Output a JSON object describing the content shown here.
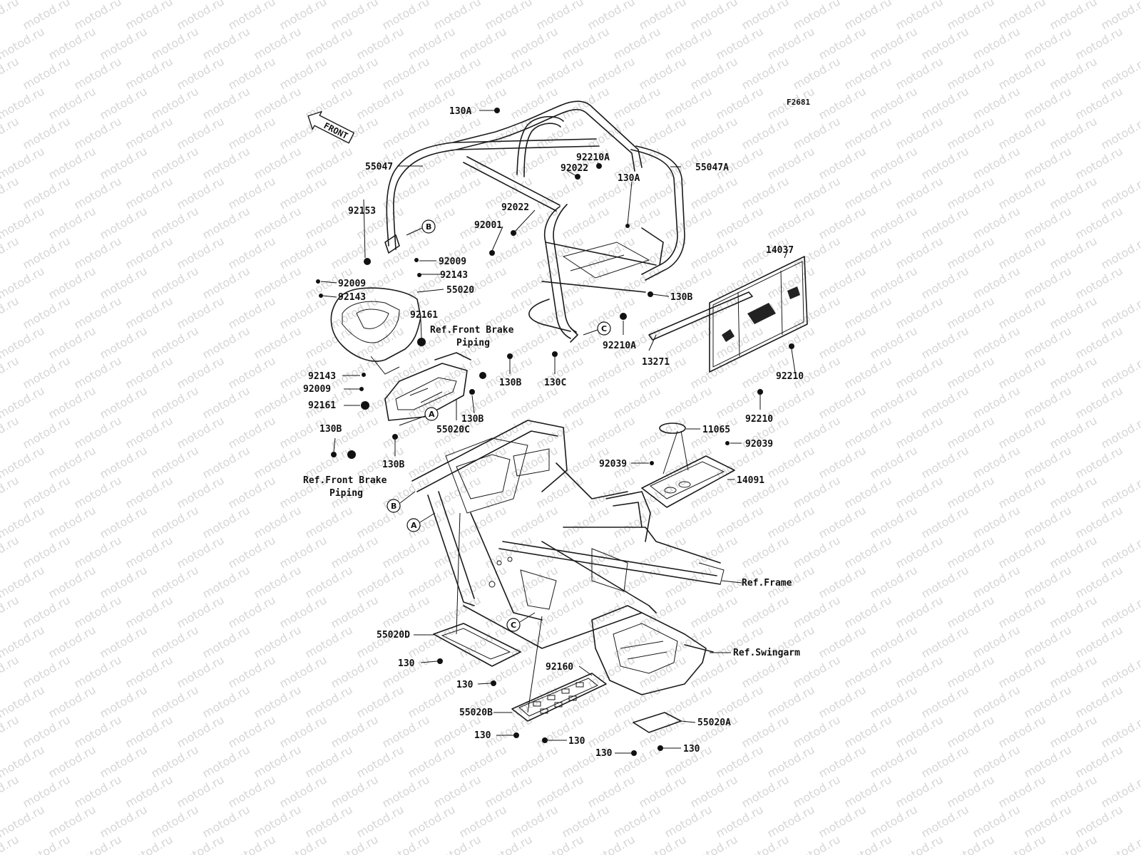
{
  "figure_code": "F2681",
  "watermark": "motod.ru",
  "front_label": "FRONT",
  "part_labels": [
    {
      "id": "130A_top",
      "text": "130A"
    },
    {
      "id": "55047",
      "text": "55047"
    },
    {
      "id": "92210A_top",
      "text": "92210A"
    },
    {
      "id": "92022_a",
      "text": "92022"
    },
    {
      "id": "55047A",
      "text": "55047A"
    },
    {
      "id": "92022_b",
      "text": "92022"
    },
    {
      "id": "130A_mid",
      "text": "130A"
    },
    {
      "id": "92001",
      "text": "92001"
    },
    {
      "id": "92153",
      "text": "92153"
    },
    {
      "id": "92009_a",
      "text": "92009"
    },
    {
      "id": "92143_a",
      "text": "92143"
    },
    {
      "id": "92009_b",
      "text": "92009"
    },
    {
      "id": "55020",
      "text": "55020"
    },
    {
      "id": "92143_b",
      "text": "92143"
    },
    {
      "id": "14037",
      "text": "14037"
    },
    {
      "id": "130B_a",
      "text": "130B"
    },
    {
      "id": "92161_a",
      "text": "92161"
    },
    {
      "id": "92210A_b",
      "text": "92210A"
    },
    {
      "id": "13271",
      "text": "13271"
    },
    {
      "id": "92210_a",
      "text": "92210"
    },
    {
      "id": "130B_b",
      "text": "130B"
    },
    {
      "id": "130C",
      "text": "130C"
    },
    {
      "id": "92143_c",
      "text": "92143"
    },
    {
      "id": "92009_c",
      "text": "92009"
    },
    {
      "id": "92161_b",
      "text": "92161"
    },
    {
      "id": "130B_c",
      "text": "130B"
    },
    {
      "id": "55020C",
      "text": "55020C"
    },
    {
      "id": "92210_b",
      "text": "92210"
    },
    {
      "id": "130B_d",
      "text": "130B"
    },
    {
      "id": "11065",
      "text": "11065"
    },
    {
      "id": "130B_e",
      "text": "130B"
    },
    {
      "id": "92039_a",
      "text": "92039"
    },
    {
      "id": "92039_b",
      "text": "92039"
    },
    {
      "id": "14091",
      "text": "14091"
    },
    {
      "id": "55020D",
      "text": "55020D"
    },
    {
      "id": "130_a",
      "text": "130"
    },
    {
      "id": "130_b",
      "text": "130"
    },
    {
      "id": "92160",
      "text": "92160"
    },
    {
      "id": "55020B",
      "text": "55020B"
    },
    {
      "id": "130_c",
      "text": "130"
    },
    {
      "id": "130_d",
      "text": "130"
    },
    {
      "id": "130_e",
      "text": "130"
    },
    {
      "id": "130_f",
      "text": "130"
    },
    {
      "id": "55020A",
      "text": "55020A"
    }
  ],
  "reference_labels": [
    {
      "id": "ref_brake_top_1",
      "text": "Ref.Front Brake"
    },
    {
      "id": "ref_brake_top_2",
      "text": "Piping"
    },
    {
      "id": "ref_brake_bot_1",
      "text": "Ref.Front Brake"
    },
    {
      "id": "ref_brake_bot_2",
      "text": "Piping"
    },
    {
      "id": "ref_frame",
      "text": "Ref.Frame"
    },
    {
      "id": "ref_swingarm",
      "text": "Ref.Swingarm"
    }
  ],
  "callout_markers": [
    {
      "id": "B_top",
      "letter": "B"
    },
    {
      "id": "C_mid",
      "letter": "C"
    },
    {
      "id": "A_mid",
      "letter": "A"
    },
    {
      "id": "B_low",
      "letter": "B"
    },
    {
      "id": "A_low",
      "letter": "A"
    },
    {
      "id": "C_low",
      "letter": "C"
    }
  ]
}
